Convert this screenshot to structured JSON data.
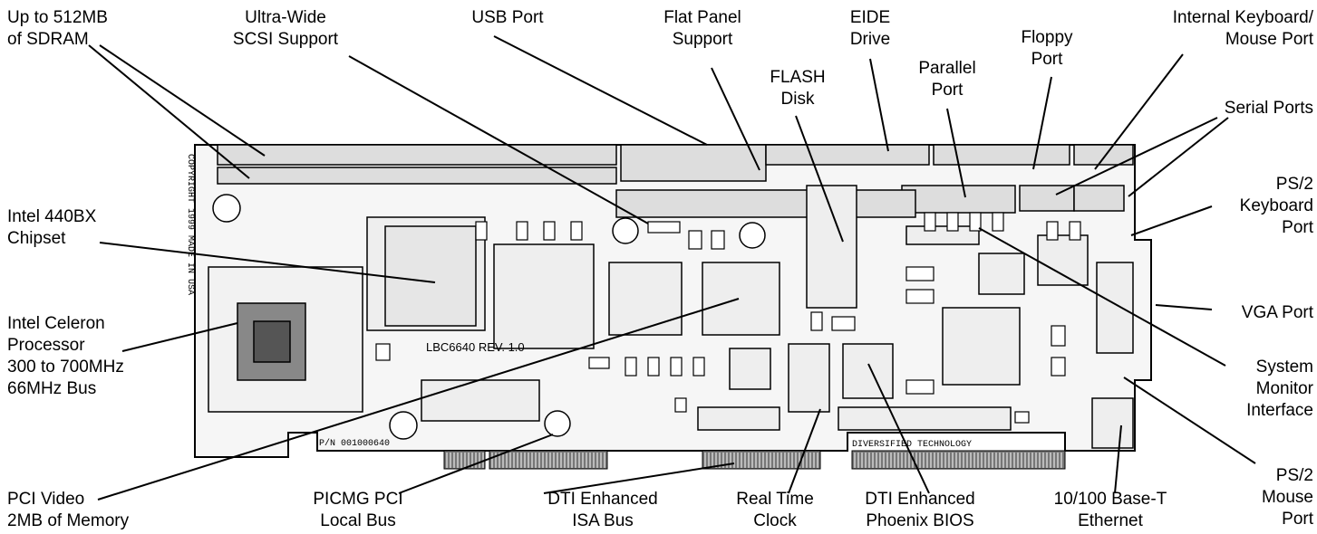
{
  "labels": {
    "sdram": [
      "Up to 512MB",
      "of SDRAM"
    ],
    "scsi": [
      "Ultra-Wide",
      "SCSI Support"
    ],
    "usb": [
      "USB Port"
    ],
    "flatpanel": [
      "Flat Panel",
      "Support"
    ],
    "flash": [
      "FLASH",
      "Disk"
    ],
    "eide": [
      "EIDE",
      "Drive"
    ],
    "parallel": [
      "Parallel",
      "Port"
    ],
    "floppy": [
      "Floppy",
      "Port"
    ],
    "intkbd": [
      "Internal Keyboard/",
      "Mouse Port"
    ],
    "serial": [
      "Serial Ports"
    ],
    "ps2kbd": [
      "PS/2",
      "Keyboard",
      "Port"
    ],
    "vga": [
      "VGA Port"
    ],
    "sysmon": [
      "System",
      "Monitor",
      "Interface"
    ],
    "ps2mouse": [
      "PS/2",
      "Mouse",
      "Port"
    ],
    "chipset": [
      "Intel 440BX",
      "Chipset"
    ],
    "celeron": [
      "Intel Celeron",
      "Processor",
      "300 to 700MHz",
      "66MHz Bus"
    ],
    "pcivideo": [
      "PCI Video",
      "2MB of Memory"
    ],
    "picmg": [
      "PICMG PCI",
      "Local Bus"
    ],
    "isa": [
      "DTI Enhanced",
      "ISA Bus"
    ],
    "rtc": [
      "Real Time",
      "Clock"
    ],
    "bios": [
      "DTI Enhanced",
      "Phoenix BIOS"
    ],
    "ethernet": [
      "10/100 Base-T",
      "Ethernet"
    ]
  },
  "board": {
    "silkscreen_part": "P/N 001000640",
    "silkscreen_rev": "LBC6640 REV. 1.0",
    "silkscreen_vendor": "DIVERSIFIED TECHNOLOGY",
    "silkscreen_copyright": "COPYRIGHT 1999   MADE IN USA"
  }
}
